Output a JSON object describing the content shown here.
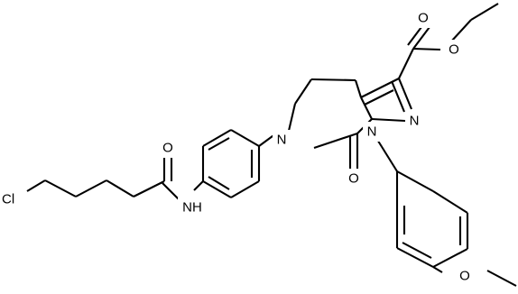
{
  "diagram_type": "chemical-structure",
  "colors": {
    "bond": "#000000",
    "background": "#ffffff",
    "text": "#000000"
  },
  "atoms": {
    "o_ester_carbonyl": "O",
    "o_ester_ether": "O",
    "n_pyrazole_2": "N",
    "n_pyrazole_1": "N",
    "n_lactam": "N",
    "o_lactam": "O",
    "o_amide": "O",
    "n_amide_h": "NH",
    "cl": "Cl",
    "o_methoxy": "O"
  }
}
